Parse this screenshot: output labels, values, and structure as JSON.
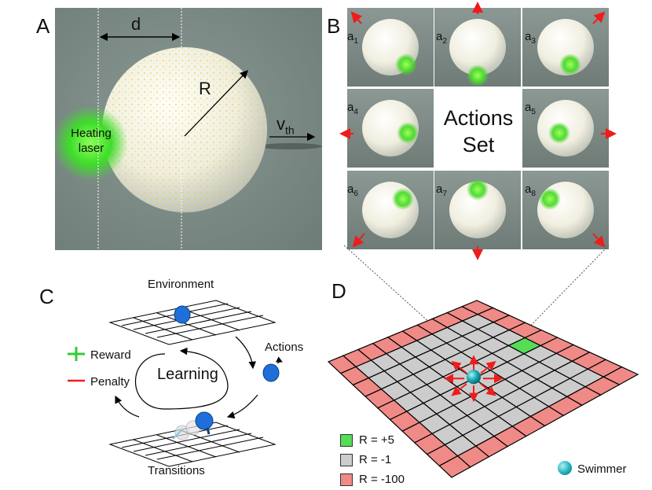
{
  "panels": {
    "a": "A",
    "b": "B",
    "c": "C",
    "d": "D"
  },
  "panel_a": {
    "d_label": "d",
    "r_label": "R",
    "v_label": "v",
    "v_sub": "th",
    "laser_line1": "Heating",
    "laser_line2": "laser"
  },
  "panel_b": {
    "center_line1": "Actions",
    "center_line2": "Set",
    "actions": [
      {
        "label": "a",
        "sub": "1"
      },
      {
        "label": "a",
        "sub": "2"
      },
      {
        "label": "a",
        "sub": "3"
      },
      {
        "label": "a",
        "sub": "4"
      },
      {
        "label": "a",
        "sub": "5"
      },
      {
        "label": "a",
        "sub": "6"
      },
      {
        "label": "a",
        "sub": "7"
      },
      {
        "label": "a",
        "sub": "8"
      }
    ]
  },
  "panel_c": {
    "environment": "Environment",
    "actions": "Actions",
    "reward": "Reward",
    "penalty": "Penalty",
    "learning": "Learning",
    "transitions": "Transitions"
  },
  "panel_d": {
    "legend": [
      {
        "label": "R = +5",
        "color": "#55dd55"
      },
      {
        "label": "R = -1",
        "color": "#cccccc"
      },
      {
        "label": "R = -100",
        "color": "#f08a86"
      }
    ],
    "swimmer": "Swimmer"
  },
  "colors": {
    "arrow": "#ee1c1c",
    "laser": "#33dd33",
    "tile_bg": "#7e8c88",
    "sphere": "#f4f2e6",
    "agent": "#1e6fd9",
    "swimmer": "#17a8b5"
  }
}
